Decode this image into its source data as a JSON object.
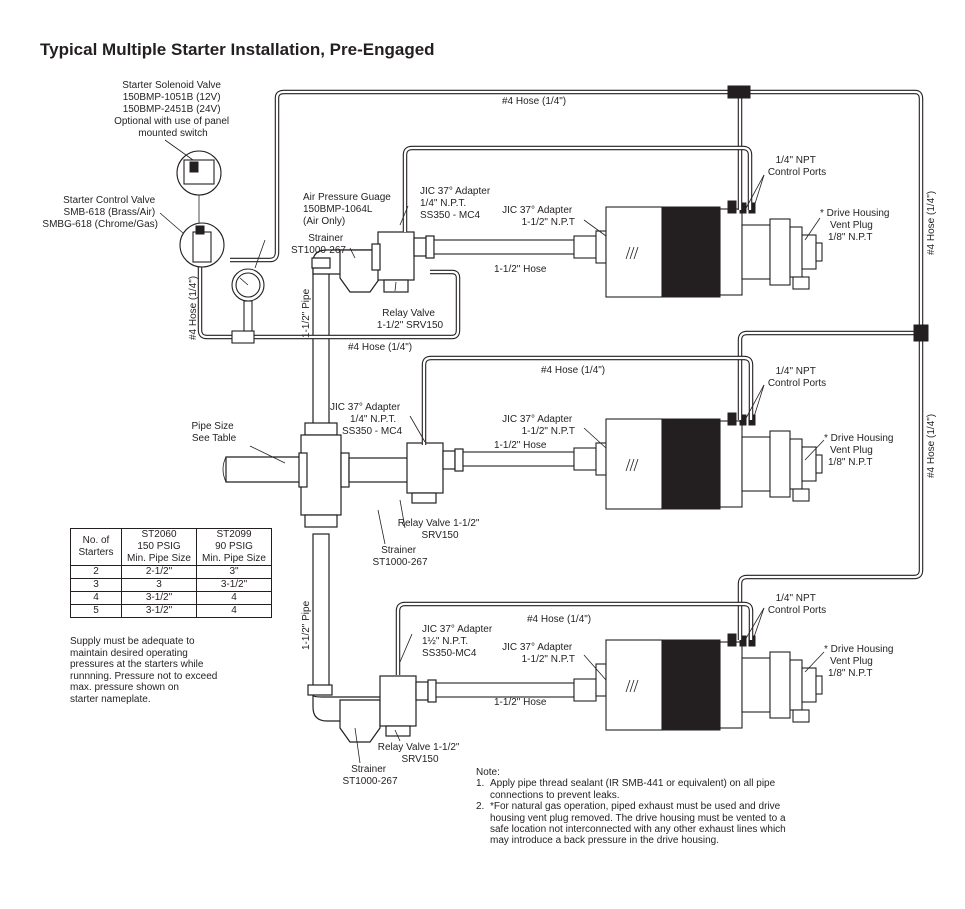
{
  "title": "Typical Multiple Starter Installation, Pre-Engaged",
  "labels": {
    "solenoid": [
      "Starter Solenoid Valve",
      "150BMP-1051B (12V)",
      "150BMP-2451B (24V)",
      "Optional with use of panel",
      "mounted switch"
    ],
    "control_valve": [
      "Starter Control Valve",
      "SMB-618 (Brass/Air)",
      "SMBG-618 (Chrome/Gas)"
    ],
    "gauge": [
      "Air Pressure Guage",
      "150BMP-1064L",
      "(Air Only)"
    ],
    "strainer_1": [
      "Strainer",
      "ST1000-267"
    ],
    "jic_1": [
      "JIC 37° Adapter",
      "1/4\" N.P.T.",
      "SS350 - MC4"
    ],
    "jic_right_1": [
      "JIC 37° Adapter",
      "1-1/2\" N.P.T"
    ],
    "relay_1": [
      "Relay Valve",
      "1-1/2\" SRV150"
    ],
    "hose_1": "1-1/2\" Hose",
    "ports_1": [
      "1/4\" NPT",
      "Control Ports"
    ],
    "drive_1": [
      "* Drive Housing",
      "Vent Plug",
      "1/8\" N.P.T"
    ],
    "hose4_top": "#4 Hose (1/4\")",
    "hose4_left_h": "#4 Hose (1/4\")",
    "hose4_left_v": "#4 Hose (1/4\")",
    "hose4_right_1": "#4 Hose (1/4\")",
    "hose4_right_2": "#4 Hose (1/4\")",
    "pipe_1": "1-1/2\" Pipe",
    "pipe_2": "1-1/2\" Pipe",
    "hose4_mid": "#4 Hose (1/4\")",
    "pipe_size": [
      "Pipe Size",
      "See Table"
    ],
    "jic_2": [
      "JIC 37° Adapter",
      "1/4\" N.P.T.",
      "SS350 - MC4"
    ],
    "jic_right_2": [
      "JIC 37° Adapter",
      "1-1/2\" N.P.T"
    ],
    "hose_2": "1-1/2\" Hose",
    "ports_2": [
      "1/4\" NPT",
      "Control Ports"
    ],
    "drive_2": [
      "* Drive Housing",
      "Vent Plug",
      "1/8\" N.P.T"
    ],
    "relay_2": [
      "Relay Valve 1-1/2\"",
      "SRV150"
    ],
    "strainer_2": [
      "Strainer",
      "ST1000-267"
    ],
    "hose4_bottom": "#4 Hose (1/4\")",
    "ports_3": [
      "1/4\" NPT",
      "Control Ports"
    ],
    "jic_3": [
      "JIC 37° Adapter",
      "1½\" N.P.T.",
      "SS350-MC4"
    ],
    "jic_right_3": [
      "JIC 37° Adapter",
      "1-1/2\" N.P.T"
    ],
    "drive_3": [
      "* Drive Housing",
      "Vent Plug",
      "1/8\" N.P.T"
    ],
    "hose_3": "1-1/2\" Hose",
    "relay_3": [
      "Relay Valve 1-1/2\"",
      "SRV150"
    ],
    "strainer_3": [
      "Strainer",
      "ST1000-267"
    ]
  },
  "table": {
    "headers": [
      [
        "No. of",
        "Starters"
      ],
      [
        "ST2060",
        "150 PSIG",
        "Min. Pipe Size"
      ],
      [
        "ST2099",
        "90 PSIG",
        "Min. Pipe Size"
      ]
    ],
    "rows": [
      [
        "2",
        "2-1/2\"",
        "3\""
      ],
      [
        "3",
        "3",
        "3-1/2\""
      ],
      [
        "4",
        "3-1/2\"",
        "4"
      ],
      [
        "5",
        "3-1/2\"",
        "4"
      ]
    ]
  },
  "supply_note": "Supply must be adequate to\nmaintain desired operating\npressures at the starters while\n runnning. Pressure not to exceed\nmax. pressure shown on\nstarter nameplate.",
  "note": {
    "heading": "Note:",
    "items": [
      {
        "num": "1.",
        "text": "Apply pipe thread sealant (IR SMB-441 or equivalent) on all pipe connections to prevent leaks."
      },
      {
        "num": "2.",
        "text": "*For natural gas operation, piped exhaust must be used and drive housing vent plug removed. The drive housing must be vented to a safe location not interconnected with any other exhaust lines which may introduce a back pressure in the drive housing."
      }
    ]
  }
}
